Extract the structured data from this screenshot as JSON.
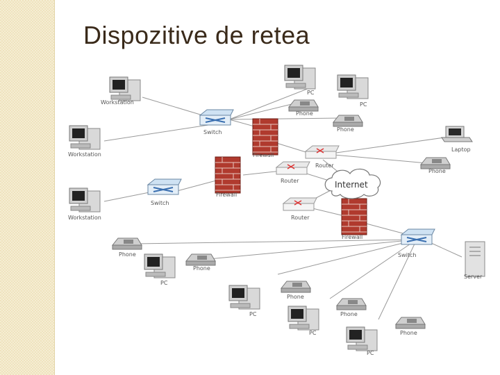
{
  "slide": {
    "title": "Dispozitive de retea"
  },
  "diagram": {
    "labels": {
      "workstation_1": "Workstation",
      "workstation_2": "Workstation",
      "workstation_3": "Workstation",
      "pc_top_1": "PC",
      "pc_top_2": "PC",
      "phone_top_1": "Phone",
      "phone_top_2": "Phone",
      "switch_1": "Switch",
      "switch_2": "Switch",
      "switch_3": "Switch",
      "firewall_1": "Firewall",
      "firewall_2": "Firewall",
      "firewall_3": "Firewall",
      "router_1": "Router",
      "router_2": "Router",
      "router_3": "Router",
      "internet": "Internet",
      "laptop": "Laptop",
      "phone_laptop": "Phone",
      "server": "Server",
      "phone_left": "Phone",
      "pc_left": "PC",
      "phone_mid": "Phone",
      "pc_b1": "PC",
      "phone_b1": "Phone",
      "pc_b2": "PC",
      "phone_b2": "Phone",
      "pc_b3": "PC",
      "phone_b3": "Phone"
    }
  }
}
